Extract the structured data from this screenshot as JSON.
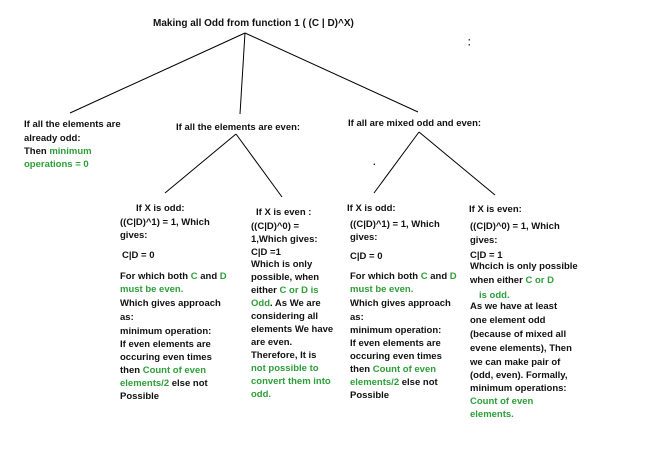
{
  "colors": {
    "text": "#111111",
    "green": "#2e9e3a",
    "line": "#000000",
    "background": "#ffffff"
  },
  "title": "Making all Odd from function 1   ( (C | D)^X)",
  "mark_right": "·\n·",
  "mark_middle": ".",
  "root_children": {
    "all_odd": {
      "l1": "If all the elements are",
      "l2": "already odd:",
      "l3": "Then ",
      "l3_green": "minimum",
      "l4_green": "operations = 0"
    },
    "all_even": {
      "label": "If all the elements are even:",
      "x_odd": {
        "l1": "If X is odd:",
        "l2": "((C|D)^1) = 1, Which",
        "l3": "gives:",
        "l4": "C|D = 0",
        "l5a": "For which both ",
        "l5b_green": "C",
        "l5c": " and ",
        "l5d_green": "D",
        "l6_green": "must be even.",
        "l7": "Which gives approach",
        "l8": "as:",
        "l9": "minimum operation:",
        "l10": "If even elements are",
        "l11": "occuring even times",
        "l12a": "then ",
        "l12b_green": "Count of even",
        "l13a_green": "elements/2",
        "l13b": " else not",
        "l14": "Possible"
      },
      "x_even": {
        "l1": "If X is even :",
        "l2": "((C|D)^0) =",
        "l3": "1,Which gives:",
        "l4": "C|D =1",
        "l5": "Which is only",
        "l6": "possible, when",
        "l7a": "either ",
        "l7b_green": "C or D is",
        "l8a_green": "Odd",
        "l8b": ". As We are",
        "l9": "considering all",
        "l10": "elements We have",
        "l11": "are even.",
        "l12": "Therefore, It is",
        "l13_green": "not possible to",
        "l14_green": "convert them into",
        "l15_green": "odd."
      }
    },
    "mixed": {
      "label": "If all are mixed odd and even:",
      "x_odd": {
        "l1": "If X is odd:",
        "l2": "((C|D)^1) = 1, Which",
        "l3": "gives:",
        "l4": "C|D = 0",
        "l5a": "For which both ",
        "l5b_green": "C",
        "l5c": " and ",
        "l5d_green": "D",
        "l6_green": "must be even.",
        "l7": "Which gives approach",
        "l8": "as:",
        "l9": "minimum operation:",
        "l10": "If even elements are",
        "l11": "occuring even times",
        "l12a": "then ",
        "l12b_green": "Count of even",
        "l13a_green": "elements/2",
        "l13b": " else not",
        "l14": "Possible"
      },
      "x_even": {
        "l1": "If X is even:",
        "l2": "((C|D)^0) = 1, Which",
        "l3": "gives:",
        "l4": "C|D = 1",
        "l5": "Whcich is only possible",
        "l6a": "when either ",
        "l6b_green": "C or D",
        "l7_green": "is odd.",
        "l8": "As we have at least",
        "l9": "one element odd",
        "l10": "(because of mixed all",
        "l11": "evene elements), Then",
        "l12": "we can make pair of",
        "l13": "(odd, even). Formally,",
        "l14": "minimum operations:",
        "l15_green": "Count of even",
        "l16_green": "elements."
      }
    }
  }
}
